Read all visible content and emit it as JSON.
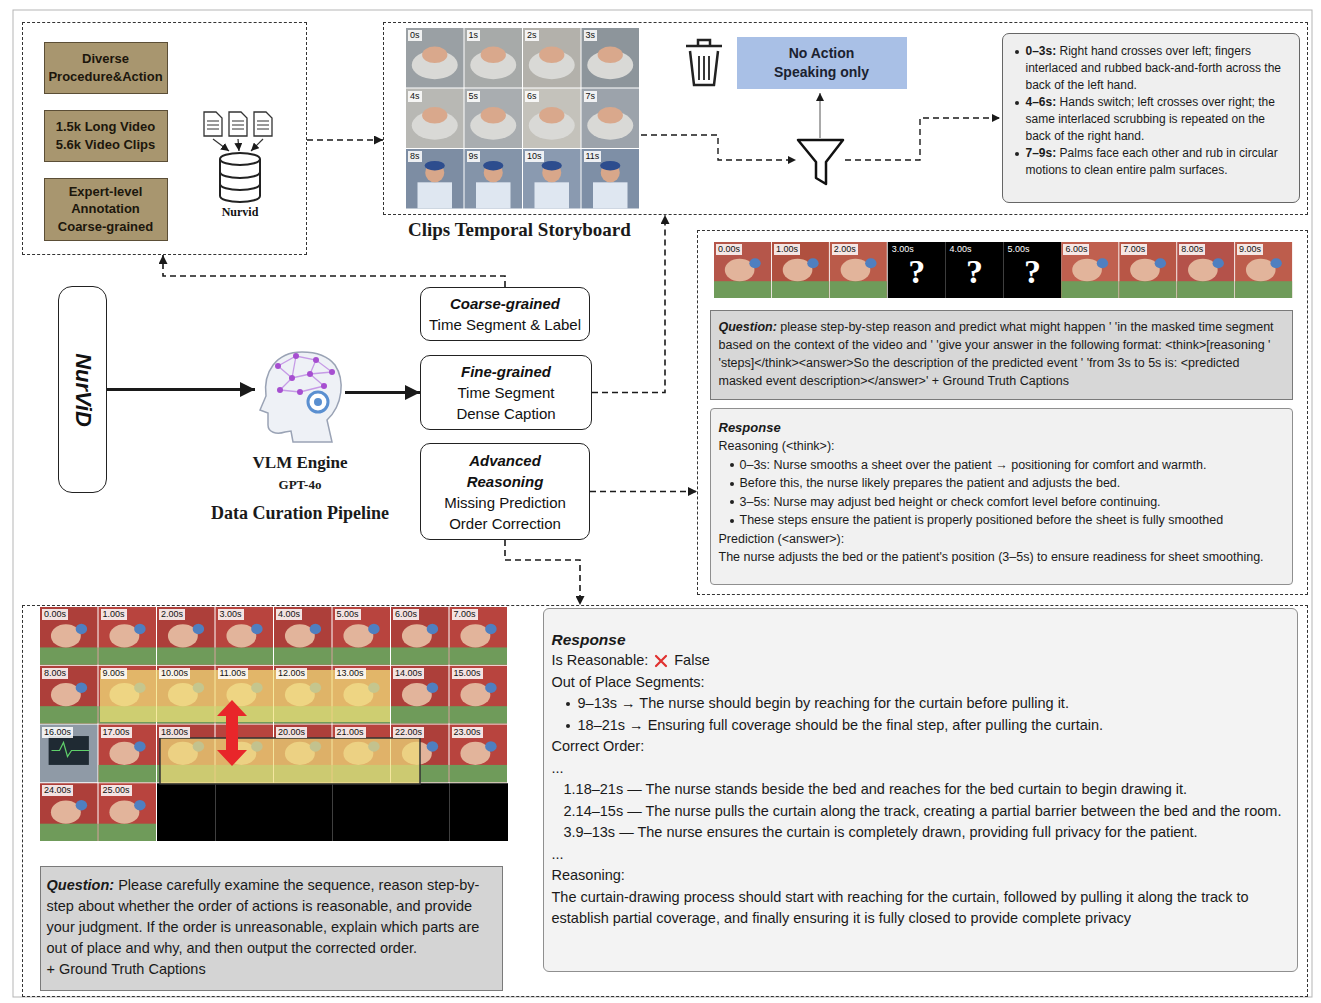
{
  "diagram": {
    "nodes": [
      {
        "text": []
      },
      {
        "text": [
          "Diverse Procedure&Action"
        ],
        "in": 0
      },
      {
        "text": [
          "1.5k Long Video 5.6k Video Clips"
        ],
        "in": 0
      },
      {
        "text": [
          "Expert-level Annotation Coarse-grained"
        ],
        "in": 0
      },
      {
        "text": [
          "Clips Temporal Storyboard"
        ]
      },
      {
        "text": [
          "No Action Speaking only"
        ],
        "in": 4
      },
      {
        "text": [
          "0–3s: Right hand crosses over left; fingers interlaced and rubbed back-and-forth across the back of the left hand.",
          "4–6s: Hands switch; left crosses over right; the same interlaced scrubbing is repeated on the back of the right hand.",
          "7–9s: Palms face each other and rub in circular motions to clean entire palm surfaces."
        ],
        "in": 4
      },
      {
        "text": [
          "NurViD"
        ]
      },
      {
        "text": [
          "VLM Engine",
          "GPT-4o",
          "Data Curation Pipeline"
        ]
      },
      {
        "text": [
          "Coarse-grained",
          "Time Segment & Label"
        ]
      },
      {
        "text": [
          "Fine-grained",
          "Time Segment",
          "Dense Caption"
        ]
      },
      {
        "text": [
          "Advanced Reasoning",
          "Missing Prediction",
          "Order Correction"
        ]
      },
      {
        "text": []
      },
      {
        "text": [
          "Question: please step-by-step reason and predict what might happen ' 'in the masked time segment based on the context of the video and ' 'give your answer in the following format: <think>[reasoning ' 'steps]</think><answer>So the description of the predicted event ' 'from 3s to 5s is: <predicted masked event description></answer>' + Ground Truth Captions"
        ],
        "in": 12
      },
      {
        "text": [
          "Response",
          "Reasoning (<think>):",
          "0–3s: Nurse smooths a sheet over the patient → positioning for comfort and warmth.",
          "Before this, the nurse likely prepares the patient and adjusts the bed.",
          "3–5s: Nurse may adjust bed height or check comfort level before continuing.",
          "These steps ensure the patient is properly positioned before the sheet is fully smoothed",
          "Prediction (<answer>):",
          "The nurse adjusts the bed or the patient's position (3–5s) to ensure readiness for sheet smoothing."
        ],
        "in": 12
      },
      {
        "text": []
      },
      {
        "text": [
          "Question: Please carefully examine the sequence, reason step-by-step about whether the order of actions is reasonable, and provide your judgment. If the order is unreasonable, explain which parts are out of place and why, and then output the corrected order.",
          "+ Ground Truth Captions"
        ],
        "in": 15
      },
      {
        "text": [
          "Response",
          "Is Reasonable:",
          "False",
          "Out of Place Segments:",
          "9–13s → The nurse should begin by reaching for the curtain before pulling it.",
          "18–21s → Ensuring full coverage should be the final step, after pulling the curtain.",
          "Correct Order:",
          "...",
          "1.18–21s — The nurse stands beside the bed and reaches for the bed curtain to begin drawing it.",
          "2.14–15s — The nurse pulls the curtain along the track, creating a partial barrier between the bed and the room.",
          "3.9–13s — The nurse ensures the curtain is completely drawn, providing full privacy for the patient.",
          "...",
          "Reasoning:",
          "The curtain-drawing process should start with reaching for the curtain, followed by pulling it along the track to establish partial coverage, and finally ensuring it is fully closed to provide complete privacy"
        ],
        "in": 15
      }
    ],
    "edges": [
      {
        "from": 0,
        "to": 4,
        "arrow": "to"
      },
      {
        "from": 7,
        "to": 8,
        "arrow": "to"
      },
      {
        "from": 8,
        "to": 10,
        "arrow": "to"
      },
      {
        "from": 9,
        "to": 0,
        "arrow": "to"
      },
      {
        "from": 10,
        "to": 4,
        "arrow": "to"
      },
      {
        "from": 11,
        "to": 12,
        "arrow": "to"
      },
      {
        "from": 11,
        "to": 15,
        "arrow": "to"
      }
    ],
    "labels": [
      "Nurvid",
      "0s",
      "1s",
      "2s",
      "3s",
      "4s",
      "5s",
      "6s",
      "7s",
      "8s",
      "9s",
      "10s",
      "11s",
      "0.00s",
      "1.00s",
      "2.00s",
      "3.00s",
      "4.00s",
      "5.00s",
      "6.00s",
      "7.00s",
      "8.00s",
      "9.00s",
      "?",
      "?",
      "?",
      "0.00s",
      "1.00s",
      "2.00s",
      "3.00s",
      "4.00s",
      "5.00s",
      "6.00s",
      "7.00s",
      "8.00s",
      "9.00s",
      "10.00s",
      "11.00s",
      "12.00s",
      "13.00s",
      "14.00s",
      "15.00s",
      "16.00s",
      "17.00s",
      "18.00s",
      "20.00s",
      "21.00s",
      "22.00s",
      "23.00s",
      "24.00s",
      "25.00s"
    ]
  }
}
